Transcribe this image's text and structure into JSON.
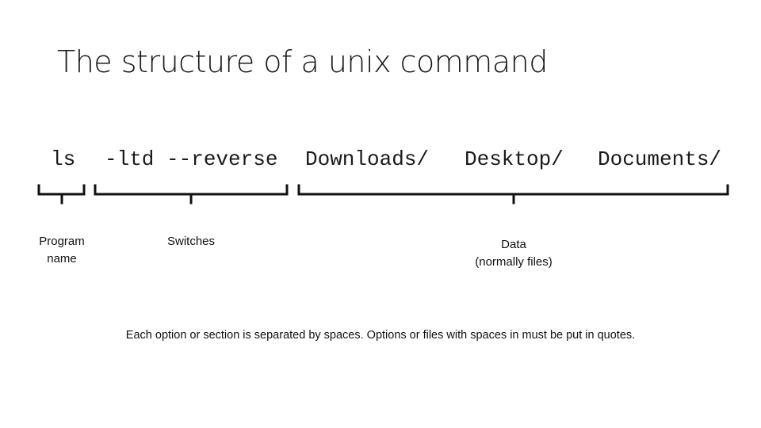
{
  "title": "The structure of a unix command",
  "command": {
    "program": "ls",
    "switches": "-ltd --reverse",
    "data_items": [
      "Downloads/",
      "Desktop/",
      "Documents/"
    ]
  },
  "labels": {
    "program_line1": "Program",
    "program_line2": "name",
    "switches": "Switches",
    "data_line1": "Data",
    "data_line2": "(normally files)"
  },
  "note": "Each option or section is separated by spaces.  Options or files with spaces in must be put in quotes."
}
